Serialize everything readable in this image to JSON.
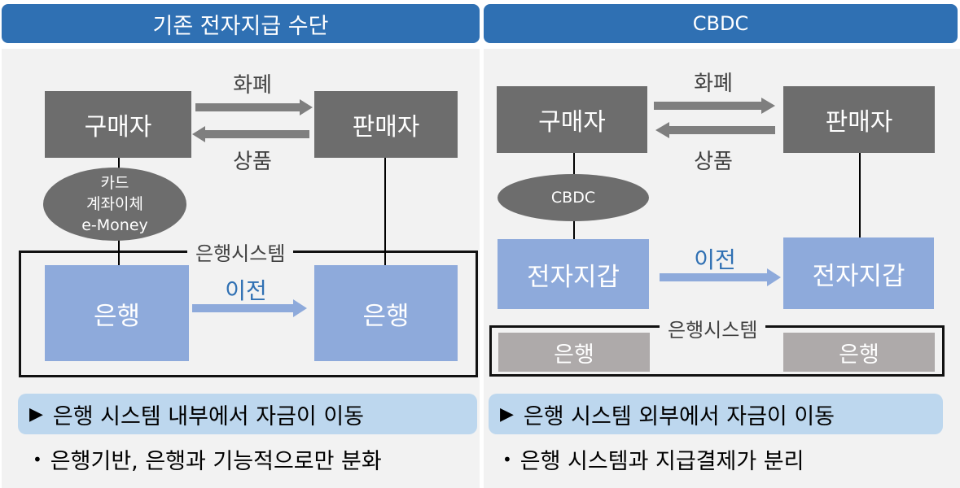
{
  "left": {
    "header": "기존 전자지급 수단",
    "buyer": "구매자",
    "seller": "판매자",
    "currency": "화폐",
    "goods": "상품",
    "payment_methods": [
      "카드",
      "계좌이체",
      "e-Money"
    ],
    "bank_system": "은행시스템",
    "bank_left": "은행",
    "bank_right": "은행",
    "transfer": "이전",
    "summary": "은행 시스템 내부에서 자금이 이동",
    "bullet": "은행기반, 은행과 기능적으로만 분화"
  },
  "right": {
    "header": "CBDC",
    "buyer": "구매자",
    "seller": "판매자",
    "currency": "화폐",
    "goods": "상품",
    "cbdc": "CBDC",
    "wallet_left": "전자지갑",
    "wallet_right": "전자지갑",
    "transfer": "이전",
    "bank_system": "은행시스템",
    "bank_left": "은행",
    "bank_right": "은행",
    "summary": "은행 시스템 외부에서 자금이 이동",
    "bullet": "은행 시스템과 지급결제가 분리"
  },
  "glyphs": {
    "triangle": "▶",
    "dot": "•"
  },
  "colors": {
    "header": "#2f70b3",
    "dark_box": "#6d6d6d",
    "blue_box": "#8eaadb",
    "gray_box": "#aeaaaa",
    "summary_bg": "#bdd7ee"
  }
}
